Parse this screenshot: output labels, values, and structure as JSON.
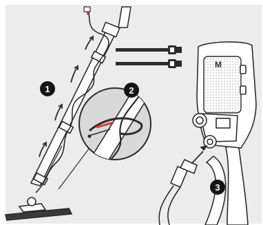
{
  "steps": [
    {
      "number": "1",
      "caption": ""
    },
    {
      "number": "2",
      "caption": ""
    },
    {
      "number": "3",
      "caption": ""
    }
  ],
  "detector": {
    "logo_text": "M"
  },
  "colors": {
    "background_panel": "#ececec",
    "line_art": "#2b2b2b",
    "badge_fill": "#151515",
    "cable_accent": "#e43a2f",
    "zoom_fill": "#d9d9d9"
  },
  "icons": [
    "velcro-strap-icon",
    "velcro-strap-icon",
    "arrow-up-icon"
  ]
}
